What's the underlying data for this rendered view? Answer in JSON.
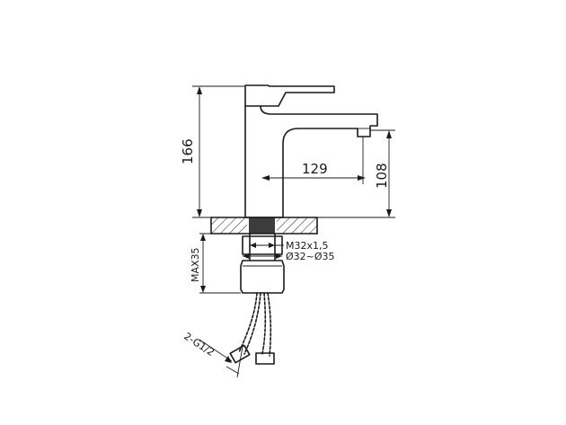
{
  "dimensions": {
    "height_total": "166",
    "reach": "129",
    "spout_height": "108",
    "thread": "M32x1,5",
    "hole_range": "Ø32~Ø35",
    "max_thickness": "MAX35",
    "hose_connection": "2-G1/2"
  },
  "colors": {
    "line": "#1a1a1a",
    "background": "#ffffff"
  }
}
